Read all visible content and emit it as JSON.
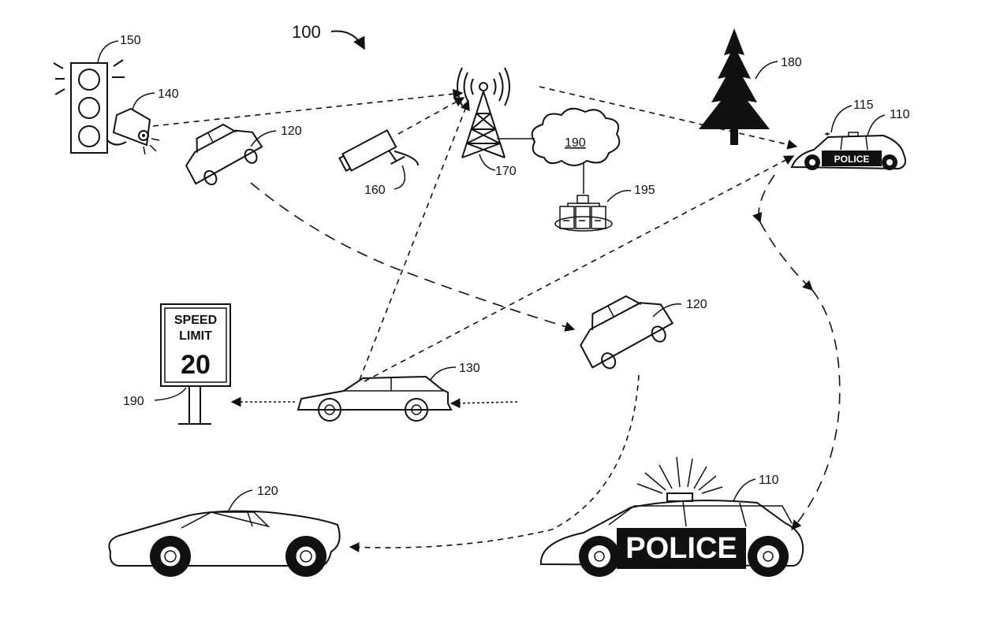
{
  "figure": {
    "title_ref": "100",
    "network_ref": "190",
    "labels": {
      "l150": "150",
      "l140": "140",
      "l120a": "120",
      "l160": "160",
      "l170": "170",
      "l195": "195",
      "l180": "180",
      "l115": "115",
      "l110a": "110",
      "l120b": "120",
      "l130": "130",
      "l190b": "190",
      "l120c": "120",
      "l110b": "110"
    },
    "speed_sign": {
      "line1": "SPEED",
      "line2": "LIMIT",
      "value": "20"
    },
    "police_small_text": "POLICE",
    "police_large_text": "POLICE"
  }
}
